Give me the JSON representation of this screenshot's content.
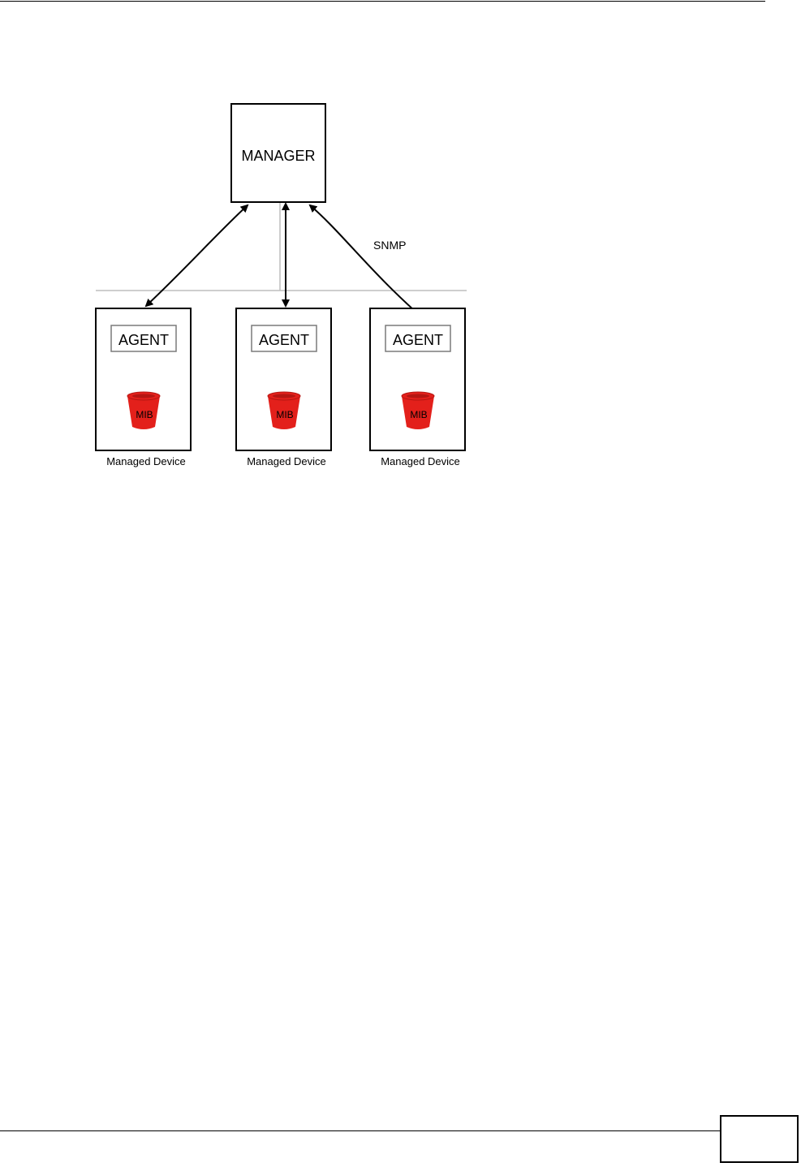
{
  "diagram": {
    "manager": {
      "label": "MANAGER"
    },
    "protocol_label": "SNMP",
    "agents": [
      {
        "agent_label": "AGENT",
        "mib_label": "MIB",
        "device_label": "Managed Device"
      },
      {
        "agent_label": "AGENT",
        "mib_label": "MIB",
        "device_label": "Managed Device"
      },
      {
        "agent_label": "AGENT",
        "mib_label": "MIB",
        "device_label": "Managed Device"
      }
    ]
  },
  "footer": {
    "page_number": ""
  },
  "colors": {
    "mib_fill": "#e3201b",
    "mib_rim": "#b51612",
    "divider": "#bdbdbd",
    "inner_box": "#7a7a7a"
  }
}
